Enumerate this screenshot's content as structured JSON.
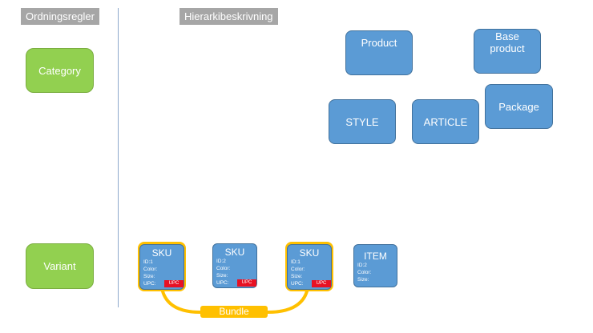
{
  "headers": {
    "left": "Ordningsregler",
    "right": "Hierarkibeskrivning"
  },
  "rules": {
    "category": "Category",
    "variant": "Variant"
  },
  "hierarchy": {
    "product": "Product",
    "base_product": "Base product",
    "style": "STYLE",
    "article": "ARTICLE",
    "package": "Package"
  },
  "variants": [
    {
      "title": "SKU",
      "id": "ID:1",
      "color": "Color:",
      "size": "Size:",
      "upc": "UPC:",
      "upc_tag": "UPC"
    },
    {
      "title": "SKU",
      "id": "ID:2",
      "color": "Color:",
      "size": "Size:",
      "upc": "UPC:",
      "upc_tag": "UPC"
    },
    {
      "title": "SKU",
      "id": "ID:1",
      "color": "Color:",
      "size": "Size:",
      "upc": "UPC:",
      "upc_tag": "UPC"
    },
    {
      "title": "ITEM",
      "id": "ID:2",
      "color": "Color:",
      "size": "Size:"
    }
  ],
  "bundle_label": "Bundle",
  "colors": {
    "green": "#92d050",
    "blue": "#5b9bd5",
    "orange": "#ffc000",
    "red": "#e81123",
    "header_gray": "#a6a6a6"
  }
}
